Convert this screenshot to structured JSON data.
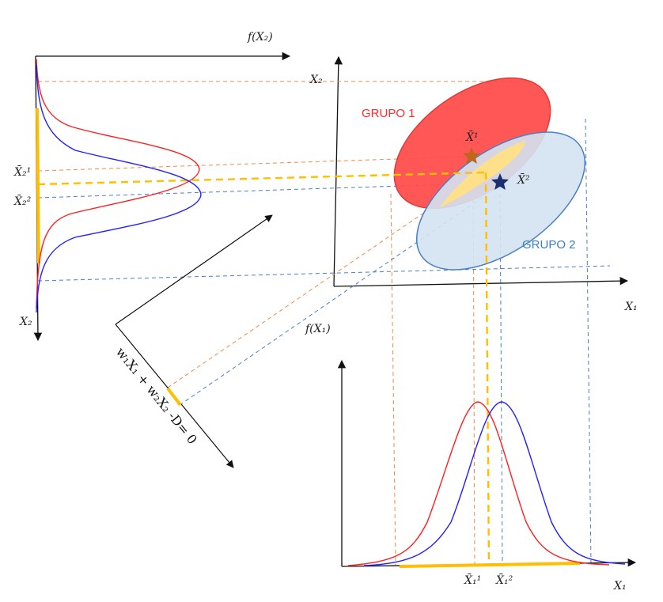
{
  "labels": {
    "group1": "GRUPO 1",
    "group2": "GRUPO 2",
    "x1_axis_main": "X₁",
    "x2_axis_main": "X₂",
    "f_x2": "f(X₂)",
    "f_x1": "f(X₁)",
    "x2_axis_left": "X₂",
    "x1_axis_bottom": "X₁",
    "centroid1": "X̄¹",
    "centroid2": "X̄²",
    "mean_x2_g1": "X̄₂¹",
    "mean_x2_g2": "X̄₂²",
    "mean_x1_g1": "X̄₁¹",
    "mean_x1_g2": "X̄₁²",
    "discriminant": "w₁X₁ + w₂X₂ -D= 0"
  },
  "colors": {
    "group1": "#ff3b3b",
    "group1_fill": "#ff4d4d",
    "group2": "#3b7fc4",
    "group2_fill": "#d4e3f2",
    "curve1": "#ff2020",
    "curve2": "#2020ff",
    "overlap": "#ffe08a",
    "highlight": "#ffbf00",
    "star1": "#c0651a",
    "star2": "#1a2f6e",
    "guide_orange": "#f08a4b",
    "guide_blue": "#4a7fc4",
    "axis": "#111111"
  }
}
